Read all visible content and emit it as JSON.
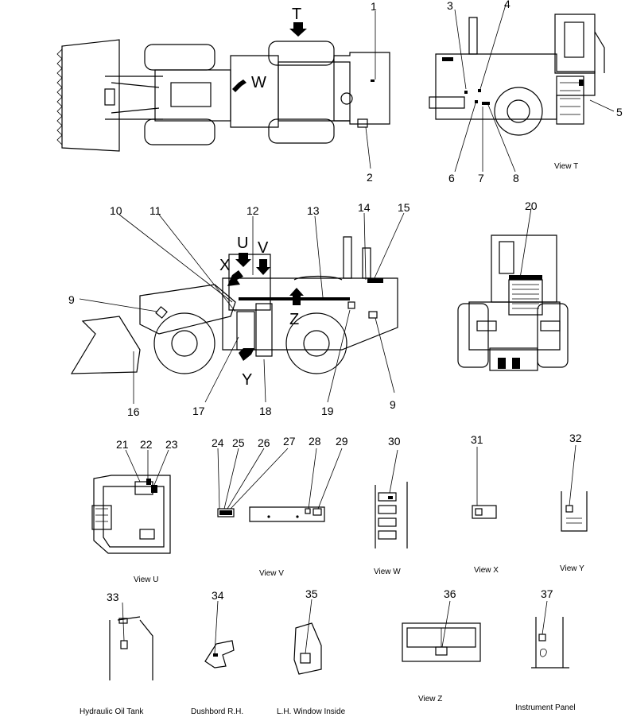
{
  "views": {
    "t": "View T",
    "u": "View U",
    "v": "View V",
    "w": "View W",
    "x": "View X",
    "y": "View Y",
    "z": "View Z",
    "hyd": "Hydraulic Oil Tank",
    "dash": "Dushbord R.H.",
    "win": "L.H. Window Inside",
    "inst": "Instrument Panel"
  },
  "arrows": {
    "T": "T",
    "W": "W",
    "U": "U",
    "V": "V",
    "X": "X",
    "Y": "Y",
    "Z": "Z"
  },
  "callouts": [
    "1",
    "2",
    "3",
    "4",
    "5",
    "6",
    "7",
    "8",
    "9",
    "10",
    "11",
    "12",
    "13",
    "14",
    "15",
    "16",
    "17",
    "18",
    "19",
    "20",
    "21",
    "22",
    "23",
    "24",
    "25",
    "26",
    "27",
    "28",
    "29",
    "30",
    "31",
    "32",
    "33",
    "34",
    "35",
    "36",
    "37",
    "9"
  ]
}
